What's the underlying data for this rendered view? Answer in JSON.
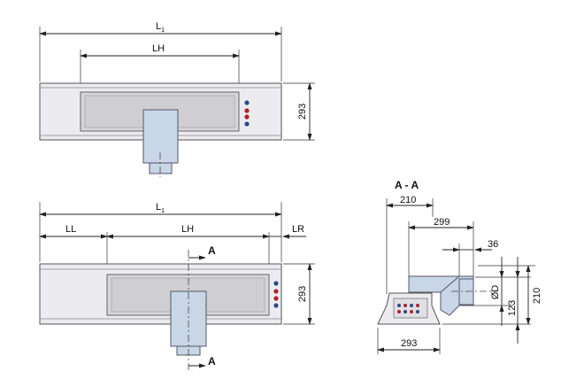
{
  "top_view": {
    "dims": {
      "overall_length": "L",
      "overall_length_sub": "1",
      "hood_length": "LH",
      "height": "293"
    }
  },
  "front_view": {
    "dims": {
      "overall_length": "L",
      "overall_length_sub": "1",
      "left_length": "LL",
      "hood_length": "LH",
      "right_length": "LR",
      "height": "293"
    },
    "section_marker": "A"
  },
  "section_view": {
    "title": "A - A",
    "dims": {
      "d210_top": "210",
      "d299": "299",
      "d36": "36",
      "d293": "293",
      "diameter": "ØD",
      "d123": "123",
      "d210_right": "210"
    }
  },
  "colors": {
    "panel": "#ececf0",
    "inner": "#d0d0d4",
    "duct": "#c8d6e6",
    "indicator_blue": "#2b4a8c",
    "indicator_red": "#b0202a"
  }
}
